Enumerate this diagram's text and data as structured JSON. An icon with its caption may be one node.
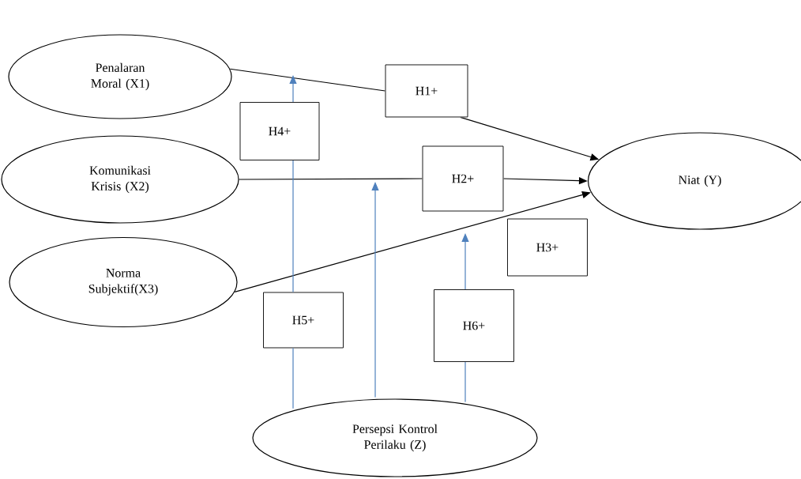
{
  "diagram": {
    "nodes": [
      {
        "text": [
          "Penalaran Moral (X1)"
        ]
      },
      {
        "text": [
          "H1+"
        ]
      },
      {
        "text": [
          "H4+"
        ]
      },
      {
        "text": [
          "Komunikasi Krisis (X2)"
        ]
      },
      {
        "text": [
          "H2+"
        ]
      },
      {
        "text": [
          "Niat (Y)"
        ]
      },
      {
        "text": [
          "H3+"
        ]
      },
      {
        "text": [
          "Norma Subjektif(X3)"
        ]
      },
      {
        "text": [
          "H5+"
        ]
      },
      {
        "text": [
          "H6+"
        ]
      },
      {
        "text": [
          "Persepsi Kontrol Perilaku (Z)"
        ]
      }
    ],
    "edges": [
      {
        "from": 0,
        "to": 1,
        "arrow": "none"
      },
      {
        "from": 1,
        "to": 5,
        "arrow": "to"
      },
      {
        "from": 3,
        "to": 4,
        "arrow": "none"
      },
      {
        "from": 4,
        "to": 5,
        "arrow": "to"
      },
      {
        "from": 7,
        "to": 5,
        "arrow": "to"
      },
      {
        "from": 10,
        "to": null,
        "arrow": "to",
        "color": "#4f81bd"
      },
      {
        "from": 10,
        "to": null,
        "arrow": "to",
        "color": "#4f81bd"
      },
      {
        "from": 10,
        "to": null,
        "arrow": "to",
        "color": "#4f81bd"
      }
    ]
  }
}
